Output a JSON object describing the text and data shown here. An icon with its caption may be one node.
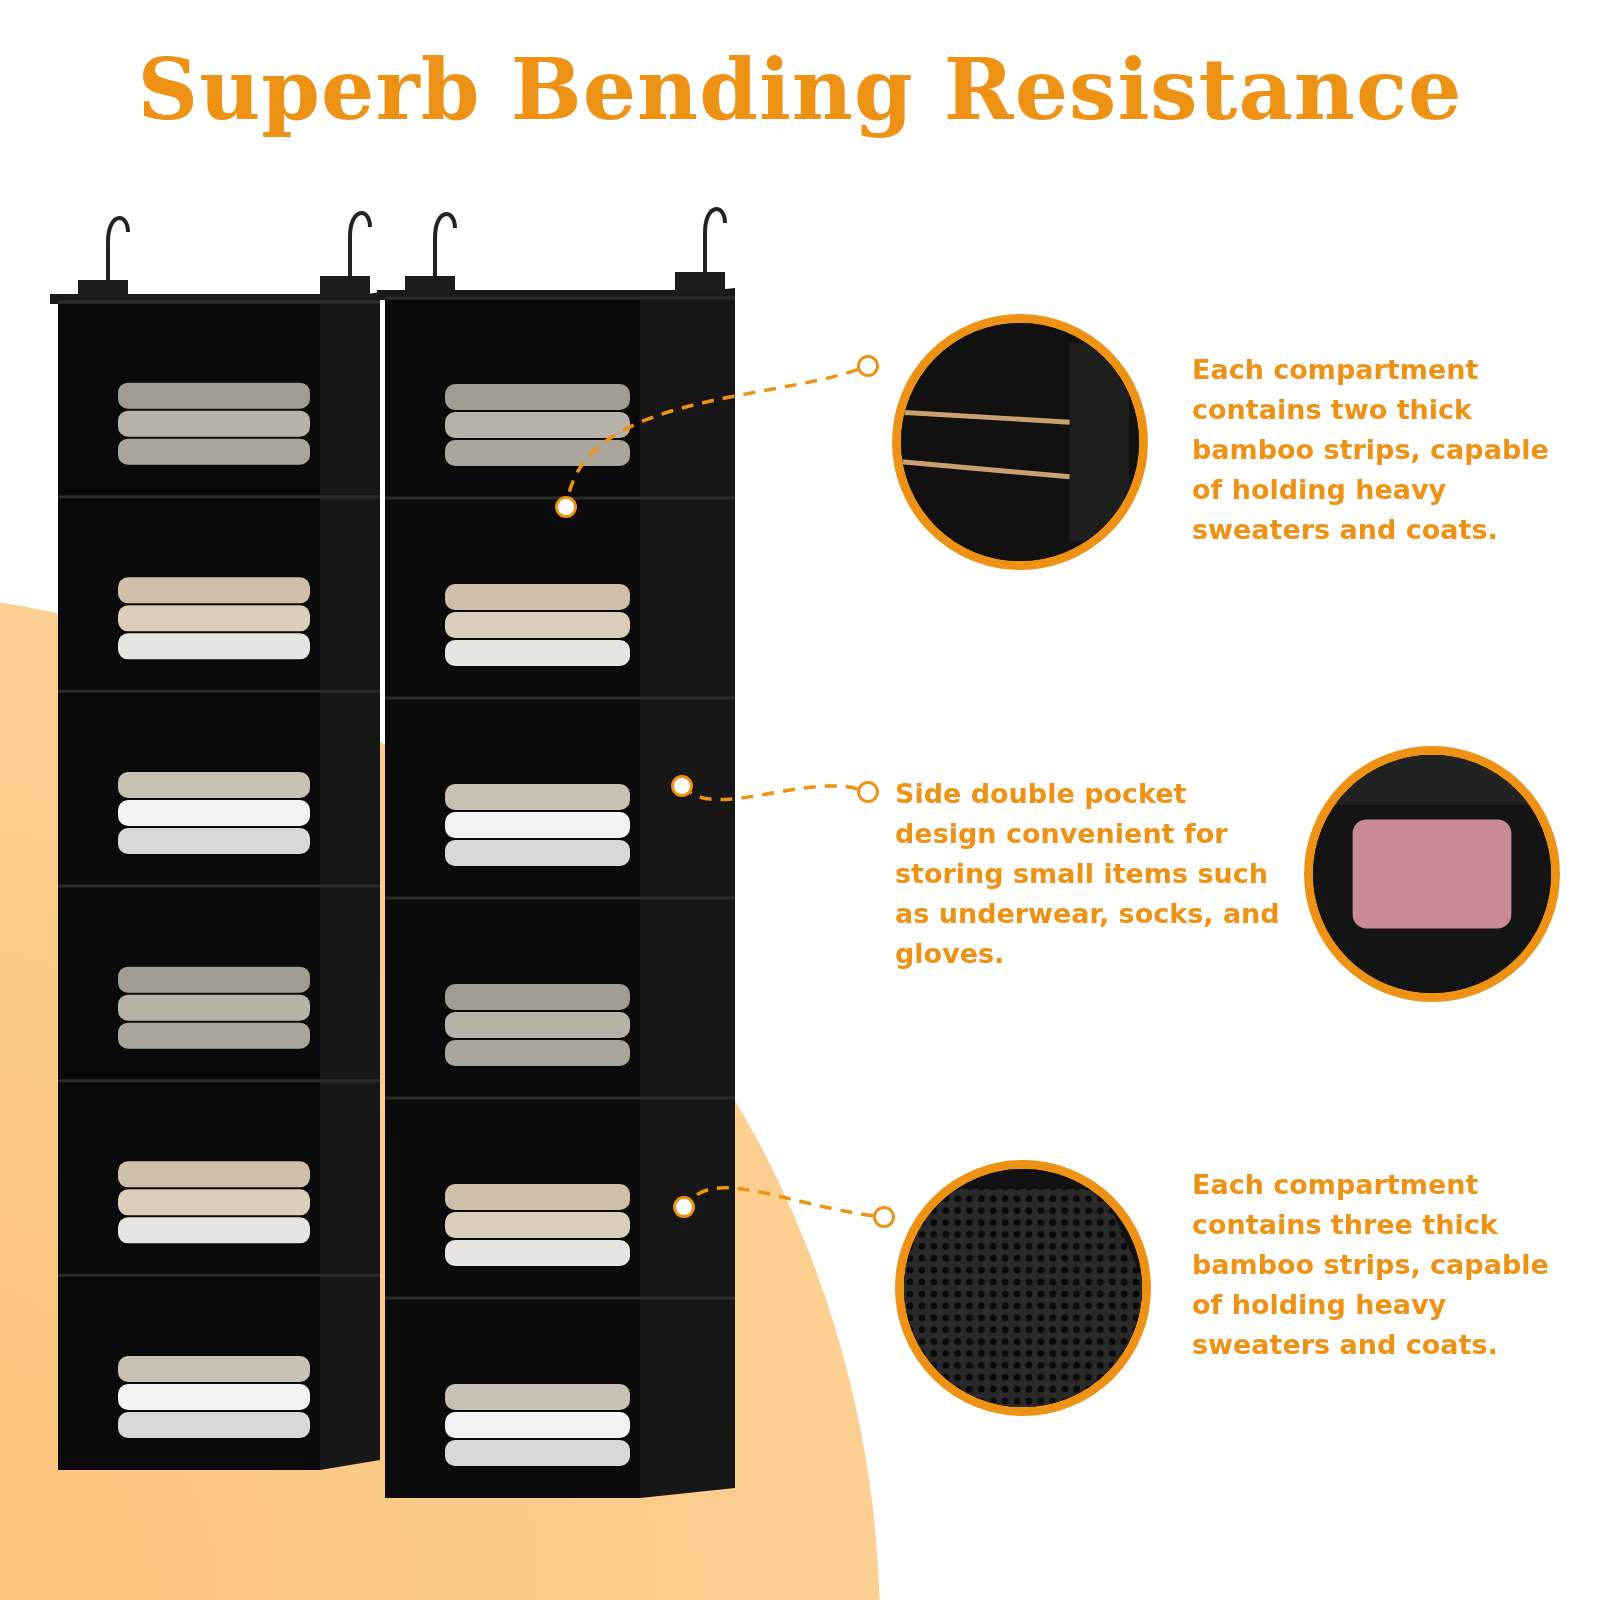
{
  "diagram": {
    "title": "Superb Bending Resistance",
    "nodes": [
      {
        "text": [],
        "shape": "picture"
      },
      {
        "text": [],
        "shape": "circle"
      },
      {
        "text": [],
        "shape": "circle",
        "in": 0
      },
      {
        "text": [],
        "shape": "picture"
      },
      {
        "text": [
          "Each compartment contains two thick bamboo strips, capable of holding heavy sweaters and coats."
        ]
      },
      {
        "text": [],
        "shape": "circle"
      },
      {
        "text": [],
        "shape": "circle",
        "in": 0
      },
      {
        "text": [
          "Side double pocket design convenient for storing small items such as underwear, socks, and gloves."
        ]
      },
      {
        "text": [],
        "shape": "picture"
      },
      {
        "text": [],
        "shape": "circle"
      },
      {
        "text": [],
        "shape": "circle",
        "in": 0
      },
      {
        "text": [],
        "shape": "picture"
      },
      {
        "text": [
          "Each compartment contains three thick bamboo strips, capable of holding heavy sweaters and coats."
        ]
      }
    ],
    "edges": [
      {
        "from": 1,
        "to": 2,
        "arrow": "none",
        "style": "dashed"
      },
      {
        "from": 5,
        "to": 6,
        "arrow": "none",
        "style": "dashed"
      },
      {
        "from": 9,
        "to": 10,
        "arrow": "none",
        "style": "dashed"
      }
    ]
  }
}
